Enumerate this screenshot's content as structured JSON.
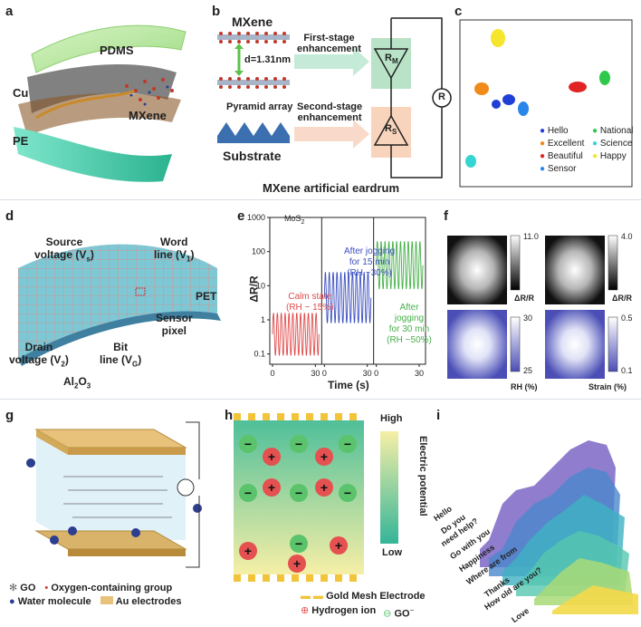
{
  "panels": {
    "a": {
      "label": "a",
      "layers": [
        "PDMS",
        "Cu",
        "MXene",
        "PE"
      ]
    },
    "b": {
      "label": "b",
      "mxene": "MXene",
      "gap": "d=1.31nm",
      "first_stage": [
        "First-stage",
        "enhancement"
      ],
      "pyramid": "Pyramid array",
      "second_stage": [
        "Second-stage",
        "enhancement"
      ],
      "substrate": "Substrate",
      "rm": "R",
      "rm_sub": "M",
      "rs": "R",
      "rs_sub": "S",
      "r": "R",
      "caption": "MXene artificial eardrum"
    },
    "c": {
      "label": "c",
      "legend": [
        {
          "name": "Hello",
          "color": "#1f3fd6"
        },
        {
          "name": "National",
          "color": "#2ec84a"
        },
        {
          "name": "Excellent",
          "color": "#f08a1a"
        },
        {
          "name": "Science",
          "color": "#35d6d2"
        },
        {
          "name": "Beautiful",
          "color": "#e02424"
        },
        {
          "name": "Happy",
          "color": "#f5e52c"
        },
        {
          "name": "Sensor",
          "color": "#2a86e8"
        }
      ]
    },
    "d": {
      "label": "d",
      "source": [
        "Source",
        "voltage (V",
        "s",
        ")"
      ],
      "word": [
        "Word",
        "line (V",
        "1",
        ")"
      ],
      "pet": "PET",
      "sensor": [
        "Sensor",
        "pixel"
      ],
      "drain": [
        "Drain",
        "voltage (V",
        "2",
        ")"
      ],
      "bit": [
        "Bit",
        "line (V",
        "G",
        ")"
      ],
      "al2o3": [
        "Al",
        "2",
        "O",
        "3"
      ]
    },
    "e": {
      "label": "e",
      "material": "MoS",
      "material_sub": "2",
      "ylabel": "ΔR/R",
      "xlabel": "Time (s)",
      "calm": [
        "Calm state",
        "(RH ~ 15%)"
      ],
      "jog15": [
        "After jogging",
        "for 15 min",
        "(RH ~30%)"
      ],
      "jog30": [
        "After jogging",
        "for 30 min",
        "(RH ~50%)"
      ]
    },
    "f": {
      "label": "f",
      "bars": [
        {
          "max": "11.0",
          "min": "",
          "unit": "ΔR/R"
        },
        {
          "max": "4.0",
          "min": "",
          "unit": "ΔR/R"
        },
        {
          "max": "30",
          "min": "25",
          "unit": "RH (%)"
        },
        {
          "max": "0.5",
          "min": "0.1",
          "unit": "Strain (%)"
        }
      ]
    },
    "g": {
      "label": "g",
      "legend1": "GO",
      "legend2": "Oxygen-containing group",
      "legend3": "Water molecule",
      "legend4": "Au electrodes"
    },
    "h": {
      "label": "h",
      "high": "High",
      "low": "Low",
      "axis": "Electric potential",
      "electrode": "Gold Mesh Electrode",
      "hydrogen": "Hydrogen ion",
      "go": "GO"
    },
    "i": {
      "label": "i",
      "phrases": [
        "Hello",
        "Do you",
        "need help?",
        "Go with you",
        "Happiness",
        "Where are from",
        "Thanks",
        "How old are you?",
        "Love"
      ]
    }
  },
  "chart_data": {
    "type": "line",
    "title": "",
    "xlabel": "Time (s)",
    "ylabel": "ΔR/R",
    "yscale": "log",
    "ylim": [
      0.05,
      1000
    ],
    "y_ticks": [
      "0.1",
      "1",
      "10",
      "100",
      "1000"
    ],
    "series": [
      {
        "name": "Calm state (RH ~ 15%)",
        "color": "#e04a4a",
        "x_ticks": [
          0,
          30
        ],
        "min": 0.09,
        "max": 1.6
      },
      {
        "name": "After jogging for 15 min (RH ~30%)",
        "color": "#3b4fc0",
        "x_ticks": [
          0,
          30
        ],
        "min": 0.8,
        "max": 25
      },
      {
        "name": "After jogging for 30 min (RH ~50%)",
        "color": "#46b04a",
        "x_ticks": [
          0,
          30
        ],
        "min": 8,
        "max": 200
      }
    ]
  }
}
